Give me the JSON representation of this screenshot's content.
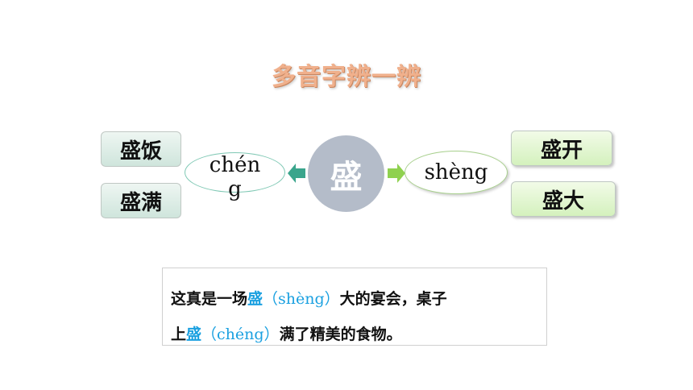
{
  "title": "多音字辨一辨",
  "center_char": "盛",
  "left": {
    "pinyin": "chéng",
    "words": [
      "盛饭",
      "盛满"
    ]
  },
  "right": {
    "pinyin": "shèng",
    "words": [
      "盛开",
      "盛大"
    ]
  },
  "sentence": {
    "line1_a": "这真是一场",
    "line1_char": "盛",
    "line1_py": "（shèng）",
    "line1_b": "大的宴会，桌子",
    "line2_a": "上",
    "line2_char": "盛",
    "line2_py": "（chéng）",
    "line2_b": "满了精美的食物。"
  },
  "colors": {
    "title": "#f0b08c",
    "highlight": "#1aa0e0",
    "left_arrow": "#3aa58c",
    "right_arrow": "#8fd14f",
    "circle": "#b4bcc9"
  }
}
